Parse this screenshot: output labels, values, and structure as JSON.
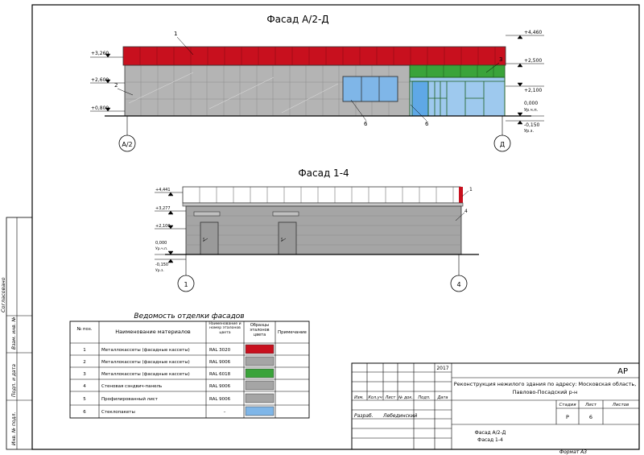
{
  "facade_top": {
    "title": "Фасад А/2-Д",
    "marks": [
      "+4,460",
      "+3,260",
      "+2,600",
      "+2,500",
      "+2,100",
      "+0,800",
      "0,000",
      "Ур.ч.п.",
      "-0,150",
      "Ур.з."
    ],
    "callouts": [
      "1",
      "2",
      "3",
      "6",
      "6"
    ],
    "axes": [
      "А/2",
      "Д"
    ]
  },
  "facade_bottom": {
    "title": "Фасад 1-4",
    "marks": [
      "+4,441",
      "+3,277",
      "+2,100",
      "0,000",
      "Ур.ч.п.",
      "-0,150",
      "Ур.з."
    ],
    "callouts": [
      "1",
      "4",
      "5",
      "5"
    ],
    "axes": [
      "1",
      "4"
    ]
  },
  "finish_table": {
    "title": "Ведомость отделки фасадов",
    "headers": [
      "№ поз.",
      "Наименование материалов",
      "Наименование и номер эталонов цвета",
      "Образцы эталонов цвета",
      "Примечание"
    ],
    "rows": [
      {
        "num": "1",
        "name": "Металлокассеты (фасадные кассеты)",
        "ral": "RAL 3020",
        "color": "#c8101e",
        "note": ""
      },
      {
        "num": "2",
        "name": "Металлокассеты (фасадные кассеты)",
        "ral": "RAL 9006",
        "color": "#a5a5a5",
        "note": ""
      },
      {
        "num": "3",
        "name": "Металлокассеты (фасадные кассеты)",
        "ral": "RAL 6018",
        "color": "#3aa33a",
        "note": ""
      },
      {
        "num": "4",
        "name": "Стеновая сэндвич-панель",
        "ral": "RAL 9006",
        "color": "#a5a5a5",
        "note": ""
      },
      {
        "num": "5",
        "name": "Профилированный лист",
        "ral": "RAL 9006",
        "color": "#a5a5a5",
        "note": ""
      },
      {
        "num": "6",
        "name": "Стеклопакеты",
        "ral": "–",
        "color": "#7fb6e8",
        "note": ""
      }
    ]
  },
  "side_stamp": [
    "Согласовано",
    "Взам. инв. №",
    "Подп. и дата",
    "Инв. № подл."
  ],
  "title_block": {
    "year": "2017",
    "code": "АР",
    "project": [
      "Реконструкция нежилого здания по адресу: Московская область,",
      "Павлово-Посадский р-н"
    ],
    "col_headers": [
      "Изм.",
      "Кол.уч",
      "Лист",
      "№ док.",
      "Подп.",
      "Дата"
    ],
    "developer_role": "Разраб.",
    "developer_name": "Лебединский",
    "stage_label": "Стадия",
    "sheet_label": "Лист",
    "sheets_label": "Листов",
    "stage": "Р",
    "sheet": "6",
    "drawing_title": [
      "Фасад А/2-Д",
      "Фасад 1-4"
    ],
    "format": "Формат А3"
  },
  "colors": {
    "red": "#c8101e",
    "grey": "#a5a5a5",
    "green": "#3aa33a",
    "glass": "#7fb6e8",
    "panel": "#b4b4b4"
  }
}
